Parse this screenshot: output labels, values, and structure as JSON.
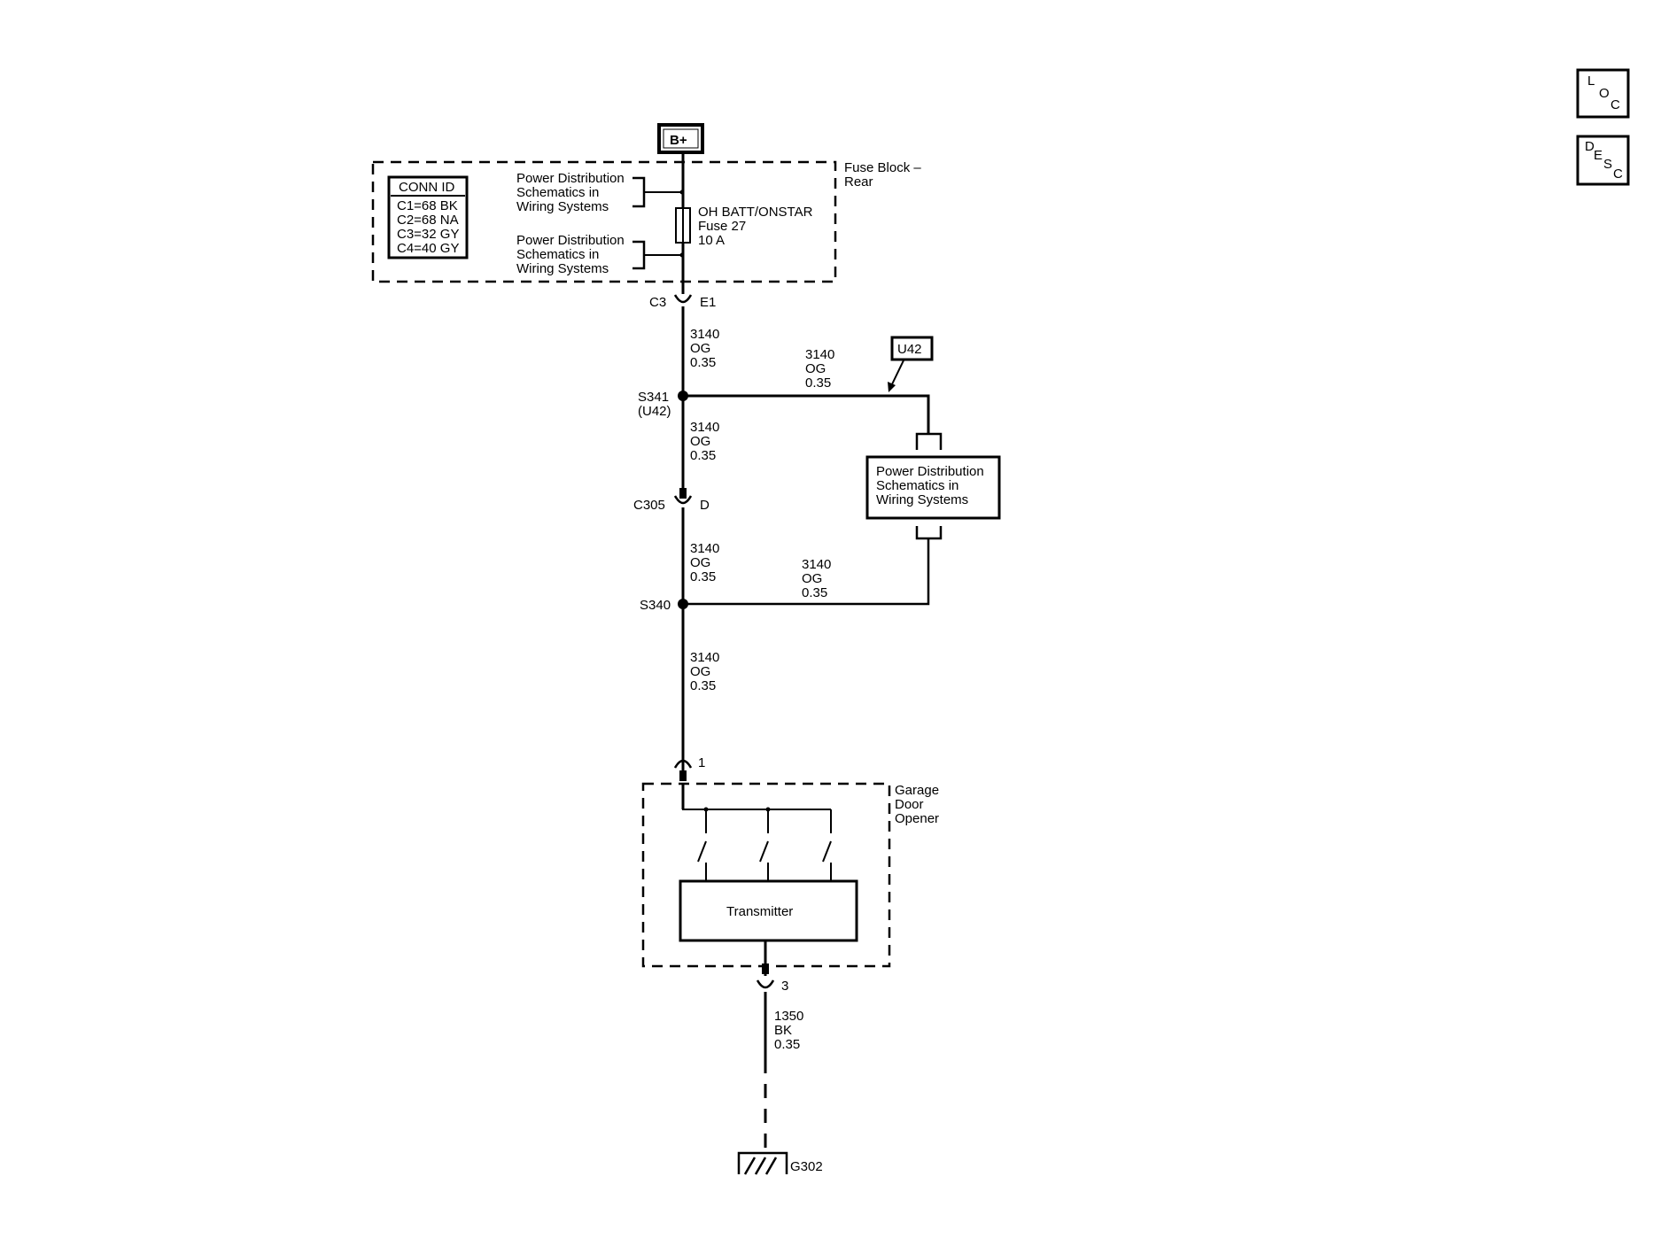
{
  "nav_buttons": {
    "loc": [
      "L",
      "O",
      "C"
    ],
    "desc": [
      "D",
      "E",
      "S",
      "C"
    ]
  },
  "battery": {
    "label": "B+"
  },
  "fuse_block": {
    "name_line1": "Fuse Block –",
    "name_line2": "Rear",
    "conn_id": {
      "header": "CONN ID",
      "rows": [
        "C1=68 BK",
        "C2=68 NA",
        "C3=32 GY",
        "C4=40 GY"
      ]
    },
    "ref_upper": [
      "Power Distribution",
      "Schematics in",
      "Wiring Systems"
    ],
    "ref_lower": [
      "Power Distribution",
      "Schematics in",
      "Wiring Systems"
    ],
    "fuse": {
      "name": "OH BATT/ONSTAR",
      "number": "Fuse 27",
      "rating": "10 A"
    }
  },
  "connector_c3": {
    "left": "C3",
    "right": "E1"
  },
  "wire_main_1": [
    "3140",
    "OG",
    "0.35"
  ],
  "wire_branch_top": [
    "3140",
    "OG",
    "0.35"
  ],
  "u42": {
    "label": "U42"
  },
  "splice_s341": {
    "name": "S341",
    "option": "(U42)"
  },
  "wire_main_2": [
    "3140",
    "OG",
    "0.35"
  ],
  "power_box": [
    "Power Distribution",
    "Schematics in",
    "Wiring Systems"
  ],
  "connector_c305": {
    "left": "C305",
    "right": "D"
  },
  "wire_main_3": [
    "3140",
    "OG",
    "0.35"
  ],
  "wire_branch_bottom": [
    "3140",
    "OG",
    "0.35"
  ],
  "splice_s340": {
    "name": "S340"
  },
  "wire_main_4": [
    "3140",
    "OG",
    "0.35"
  ],
  "pin_1": "1",
  "garage": {
    "name": [
      "Garage",
      "Door",
      "Opener"
    ],
    "transmitter": "Transmitter"
  },
  "pin_3": "3",
  "wire_ground": [
    "1350",
    "BK",
    "0.35"
  ],
  "ground": {
    "label": "G302"
  }
}
